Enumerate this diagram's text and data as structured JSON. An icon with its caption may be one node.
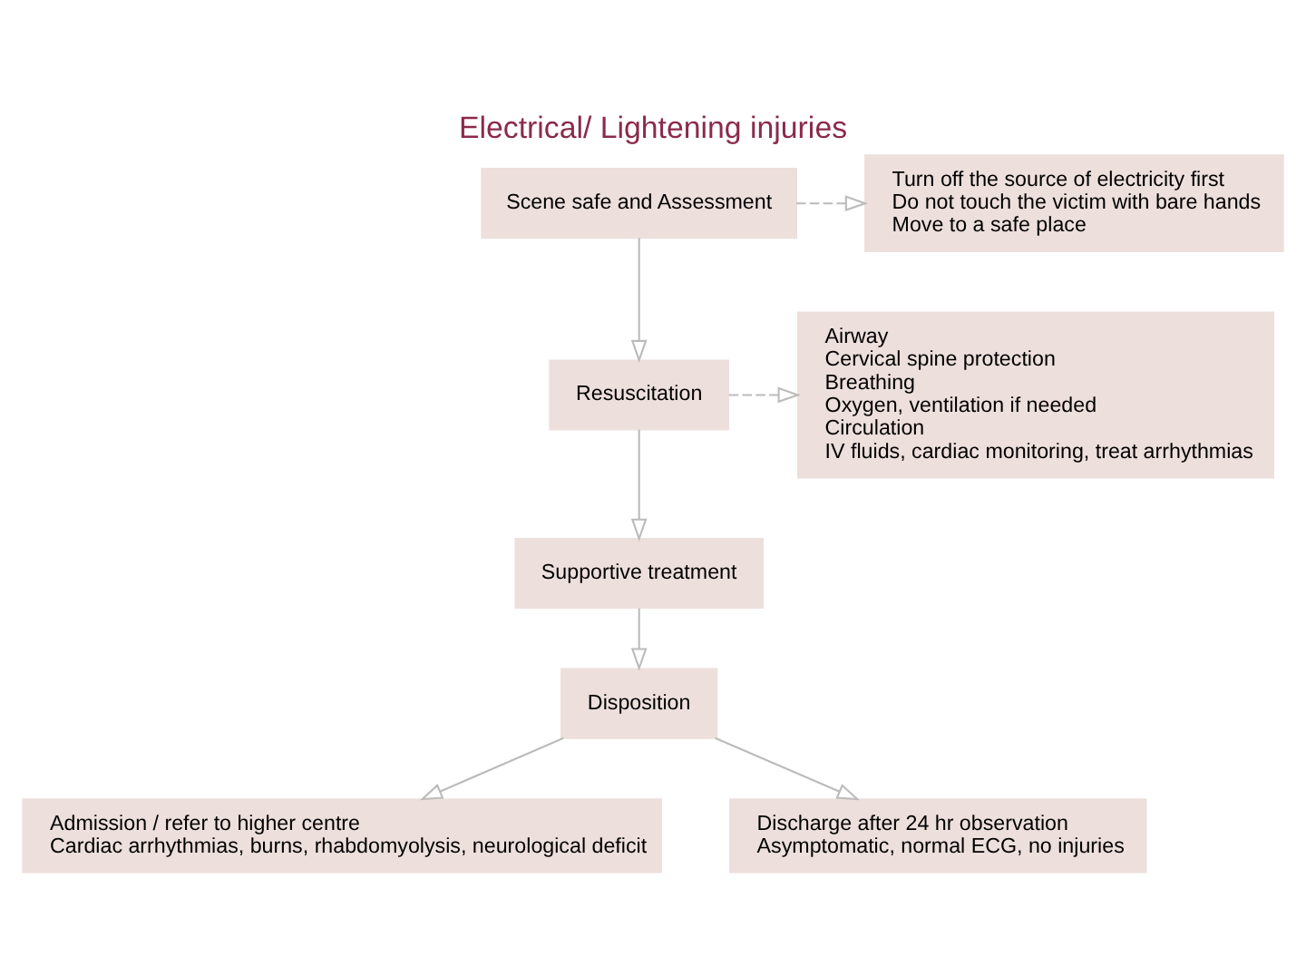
{
  "diagram": {
    "title": "Electrical/ Lightening injuries",
    "nodes": [
      {
        "text": [
          "Scene safe and Assessment"
        ]
      },
      {
        "text": [
          "Turn off the source of electricity first",
          "Do not touch the victim with bare hands",
          "Move to a safe place"
        ]
      },
      {
        "text": [
          "Resuscitation"
        ]
      },
      {
        "text": [
          "Airway",
          "Cervical spine protection",
          "Breathing",
          "Oxygen, ventilation if needed",
          "Circulation",
          "IV fluids, cardiac monitoring, treat arrhythmias"
        ]
      },
      {
        "text": [
          "Supportive treatment"
        ]
      },
      {
        "text": [
          "Disposition"
        ]
      },
      {
        "text": [
          "Admission / refer to higher centre",
          "Cardiac arrhythmias, burns, rhabdomyolysis, neurological deficit"
        ]
      },
      {
        "text": [
          "Discharge after 24 hr observation",
          "Asymptomatic, normal ECG, no injuries"
        ]
      }
    ],
    "edges": [
      {
        "from": 0,
        "to": 1,
        "arrow": "to",
        "style": "dashed"
      },
      {
        "from": 0,
        "to": 2,
        "arrow": "to"
      },
      {
        "from": 2,
        "to": 3,
        "arrow": "to",
        "style": "dashed"
      },
      {
        "from": 2,
        "to": 4,
        "arrow": "to"
      },
      {
        "from": 4,
        "to": 5,
        "arrow": "to"
      },
      {
        "from": 5,
        "to": 6,
        "arrow": "to"
      },
      {
        "from": 5,
        "to": 7,
        "arrow": "to"
      }
    ]
  }
}
